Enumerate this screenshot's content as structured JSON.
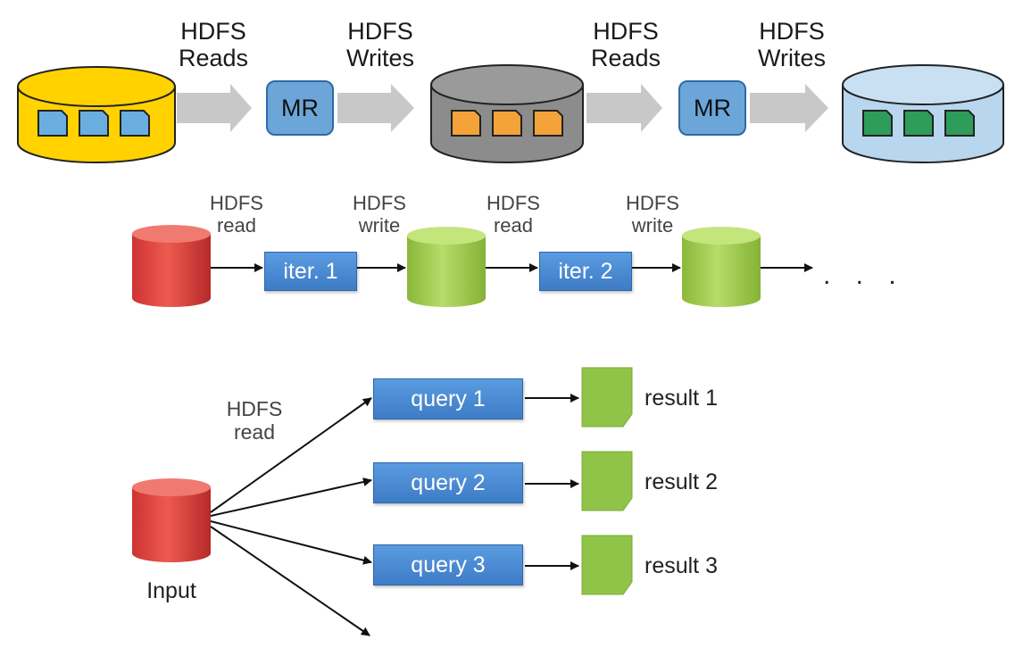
{
  "section_mapreduce": {
    "arrow_label_1": [
      "HDFS",
      "Reads"
    ],
    "arrow_label_2": [
      "HDFS",
      "Writes"
    ],
    "arrow_label_3": [
      "HDFS",
      "Reads"
    ],
    "arrow_label_4": [
      "HDFS",
      "Writes"
    ],
    "mr_label_1": "MR",
    "mr_label_2": "MR",
    "colors": {
      "db1": "#ffd200",
      "db2": "#8c8c8c",
      "db3": "#b8d6ee",
      "blocks1": "#6aaee0",
      "blocks2": "#f4a33a",
      "blocks3": "#2e9c5a"
    }
  },
  "section_iterative": {
    "label_1": [
      "HDFS",
      "read"
    ],
    "label_2": [
      "HDFS",
      "write"
    ],
    "label_3": [
      "HDFS",
      "read"
    ],
    "label_4": [
      "HDFS",
      "write"
    ],
    "iter_1": "iter. 1",
    "iter_2": "iter. 2",
    "ellipsis": ". . ."
  },
  "section_query": {
    "read_label": [
      "HDFS",
      "read"
    ],
    "input_label": "Input",
    "queries": [
      "query 1",
      "query 2",
      "query 3"
    ],
    "results": [
      "result 1",
      "result 2",
      "result 3"
    ]
  }
}
